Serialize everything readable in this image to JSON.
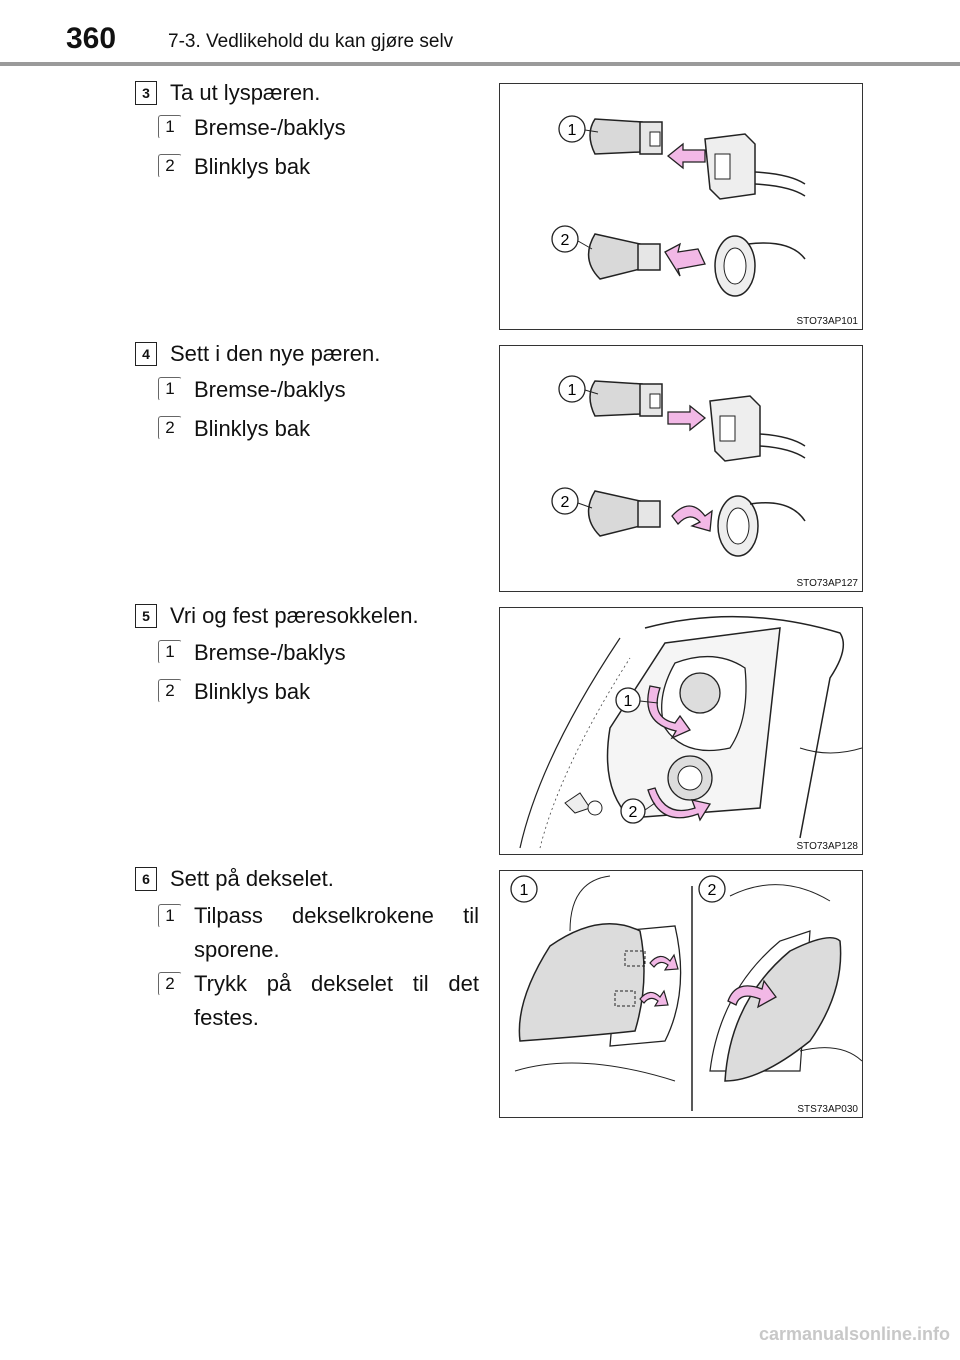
{
  "header": {
    "page_number": "360",
    "section_title": "7-3. Vedlikehold du kan gjøre selv"
  },
  "steps": [
    {
      "number": "3",
      "text": "Ta ut lyspæren.",
      "items": [
        {
          "number": "1",
          "text": "Bremse-/baklys"
        },
        {
          "number": "2",
          "text": "Blinklys bak"
        }
      ],
      "figure": {
        "code": "STO73AP101",
        "callouts": [
          "1",
          "2"
        ]
      }
    },
    {
      "number": "4",
      "text": "Sett i den nye pæren.",
      "items": [
        {
          "number": "1",
          "text": "Bremse-/baklys"
        },
        {
          "number": "2",
          "text": "Blinklys bak"
        }
      ],
      "figure": {
        "code": "STO73AP127",
        "callouts": [
          "1",
          "2"
        ]
      }
    },
    {
      "number": "5",
      "text": "Vri og fest pæresokkelen.",
      "items": [
        {
          "number": "1",
          "text": "Bremse-/baklys"
        },
        {
          "number": "2",
          "text": "Blinklys bak"
        }
      ],
      "figure": {
        "code": "STO73AP128",
        "callouts": [
          "1",
          "2"
        ]
      }
    },
    {
      "number": "6",
      "text": "Sett på dekselet.",
      "items": [
        {
          "number": "1",
          "text": "Tilpass dekselkrokene til sporene."
        },
        {
          "number": "2",
          "text": "Trykk på dekselet til det festes."
        }
      ],
      "figure": {
        "code": "STS73AP030",
        "callouts": [
          "1",
          "2"
        ]
      }
    }
  ],
  "watermark": "carmanualsonline.info",
  "colors": {
    "arrow_fill": "#f2b8e6",
    "rule": "#9a9a9a"
  }
}
